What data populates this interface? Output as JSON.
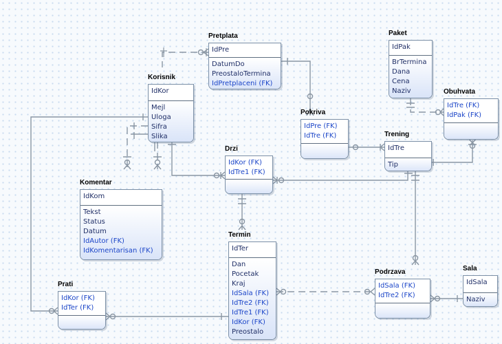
{
  "entities": {
    "pretplata": {
      "name": "Pretplata",
      "pk": [
        "IdPre"
      ],
      "attrs": [
        "DatumDo",
        "PreostaloTermina",
        "IdPretplaceni (FK)"
      ]
    },
    "paket": {
      "name": "Paket",
      "pk": [
        "IdPak"
      ],
      "attrs": [
        "BrTermina",
        "Dana",
        "Cena",
        "Naziv"
      ]
    },
    "korisnik": {
      "name": "Korisnik",
      "pk": [
        "IdKor"
      ],
      "attrs": [
        "Mejl",
        "Uloga",
        "Sifra",
        "Slika"
      ]
    },
    "obuhvata": {
      "name": "Obuhvata",
      "pk": [
        "IdTre (FK)",
        "IdPak (FK)"
      ],
      "attrs": []
    },
    "pokriva": {
      "name": "Pokriva",
      "pk": [
        "IdPre (FK)",
        "IdTre (FK)"
      ],
      "attrs": []
    },
    "trening": {
      "name": "Trening",
      "pk": [
        "IdTre"
      ],
      "attrs": [
        "Tip"
      ]
    },
    "drzi": {
      "name": "Drzi",
      "pk": [
        "IdKor (FK)",
        "IdTre1 (FK)"
      ],
      "attrs": []
    },
    "komentar": {
      "name": "Komentar",
      "pk": [
        "IdKom"
      ],
      "attrs": [
        "Tekst",
        "Status",
        "Datum",
        "IdAutor (FK)",
        "IdKomentarisan (FK)"
      ]
    },
    "termin": {
      "name": "Termin",
      "pk": [
        "IdTer"
      ],
      "attrs": [
        "Dan",
        "Pocetak",
        "Kraj",
        "IdSala (FK)",
        "IdTre2 (FK)",
        "IdTre1 (FK)",
        "IdKor (FK)",
        "Preostalo"
      ]
    },
    "podrzava": {
      "name": "Podrzava",
      "pk": [
        "IdSala (FK)",
        "IdTre2 (FK)"
      ],
      "attrs": []
    },
    "sala": {
      "name": "Sala",
      "pk": [
        "IdSala"
      ],
      "attrs": [
        "Naziv"
      ]
    },
    "prati": {
      "name": "Prati",
      "pk": [
        "IdKor (FK)",
        "IdTer (FK)"
      ],
      "attrs": []
    }
  },
  "colors": {
    "line": "#8a96a3",
    "fk_text": "#1b45c8",
    "text": "#1f2e66"
  }
}
